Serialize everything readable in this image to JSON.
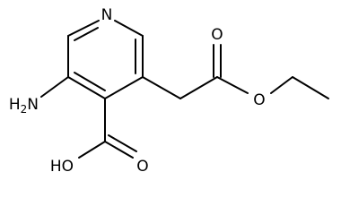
{
  "molecule": {
    "atoms": {
      "ring_n": "N",
      "carbonyl_o_ester": "O",
      "ether_o_ester": "O",
      "nh2_label": "H2N",
      "carbonyl_o_acid": "O",
      "oh_label": "HO"
    }
  },
  "colors": {
    "bond": "#000000",
    "label": "#000000",
    "background": "#ffffff"
  }
}
